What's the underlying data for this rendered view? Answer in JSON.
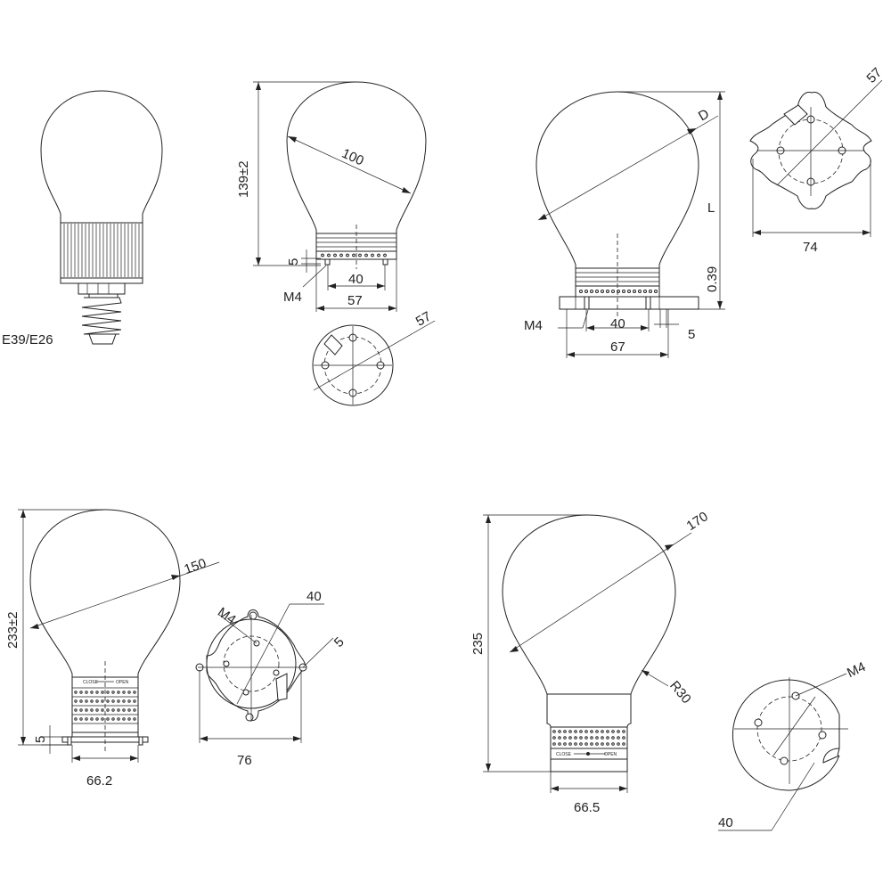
{
  "colors": {
    "line": "#222222",
    "background": "#ffffff"
  },
  "view1": {
    "base_label": "E39/E26"
  },
  "view2": {
    "height_dim": "139±2",
    "diameter_dim": "100",
    "offset_dim": "5",
    "pitch_dim": "40",
    "width_dim": "57",
    "thread_label": "M4",
    "flange_dim": "57"
  },
  "view3": {
    "diameter_label": "D",
    "length_label": "L",
    "height_dim": "0.39",
    "thread_label": "M4",
    "pitch_dim": "40",
    "offset_dim": "5",
    "width_dim": "67",
    "flange_dim": "57",
    "flange_width_dim": "74"
  },
  "view4": {
    "height_dim": "233±2",
    "diameter_dim": "150",
    "offset_dim": "5",
    "width_dim": "66.2",
    "flange_pitch_dim": "40",
    "thread_label": "M4",
    "slot_dim": "5",
    "flange_width_dim": "76",
    "band_close": "CLOSE",
    "band_open": "OPEN"
  },
  "view5": {
    "height_dim": "235",
    "diameter_dim": "170",
    "radius_dim": "R30",
    "width_dim": "66.5",
    "thread_label": "M4",
    "flange_pitch_dim": "40",
    "band_close": "CLOSE",
    "band_open": "OPEN"
  }
}
